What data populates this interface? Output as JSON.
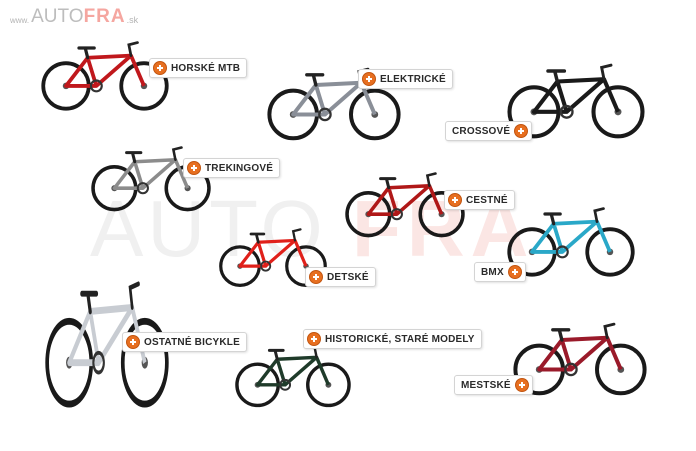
{
  "logo": {
    "prefix": "www.",
    "part1": "AUTO",
    "part2": "FRA",
    "suffix": ".sk"
  },
  "watermark": {
    "part1": "AUTO",
    "part2": "FRA"
  },
  "categories": [
    {
      "id": "horske",
      "label": "HORSKÉ MTB"
    },
    {
      "id": "elektricke",
      "label": "ELEKTRICKÉ"
    },
    {
      "id": "crossove",
      "label": "CROSSOVÉ"
    },
    {
      "id": "trekingove",
      "label": "TREKINGOVÉ"
    },
    {
      "id": "cestne",
      "label": "CESTNÉ"
    },
    {
      "id": "detske",
      "label": "DETSKÉ"
    },
    {
      "id": "bmx",
      "label": "BMX"
    },
    {
      "id": "ostatne",
      "label": "OSTATNÉ BICYKLE"
    },
    {
      "id": "historicke",
      "label": "HISTORICKÉ, STARÉ MODELY"
    },
    {
      "id": "mestske",
      "label": "MESTSKÉ"
    }
  ],
  "colors": {
    "accent": "#e76f20",
    "logo_red": "#f5a6a0",
    "mtb": "#c0181c",
    "electric": "#8a8f98",
    "cross": "#1a1a1a",
    "trek": "#8c8c8c",
    "road": "#b01818",
    "kids": "#e0201a",
    "bmx": "#2aa8c8",
    "folding": "#c8ccd2",
    "vintage": "#1f3b2a",
    "city": "#9a1a2a"
  },
  "icons": {
    "category_button": "plus-circle-icon"
  }
}
